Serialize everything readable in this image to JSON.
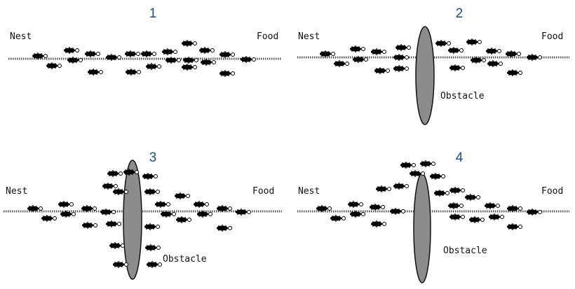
{
  "panels": [
    {
      "number": "1",
      "nest": "Nest",
      "food": "Food",
      "obstacle": ""
    },
    {
      "number": "2",
      "nest": "Nest",
      "food": "Food",
      "obstacle": "Obstacle"
    },
    {
      "number": "3",
      "nest": "Nest",
      "food": "Food",
      "obstacle": "Obstacle"
    },
    {
      "number": "4",
      "nest": "Nest",
      "food": "Food",
      "obstacle": "Obstacle"
    }
  ],
  "colors": {
    "number_text": "#1f4e79",
    "trail": "#555555",
    "ant": "#000000",
    "obstacle_fill": "#8c8c8c"
  }
}
